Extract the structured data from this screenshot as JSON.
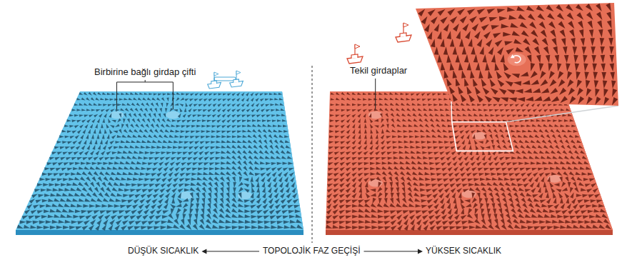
{
  "diagram": {
    "labels": [
      "Birbirine bağlı girdap çifti",
      "Tekil girdaplar",
      "DÜŞÜK SICAKLIK",
      "TOPOLOJİK FAZ GEÇİŞİ",
      "YÜKSEK SICAKLIK"
    ]
  }
}
